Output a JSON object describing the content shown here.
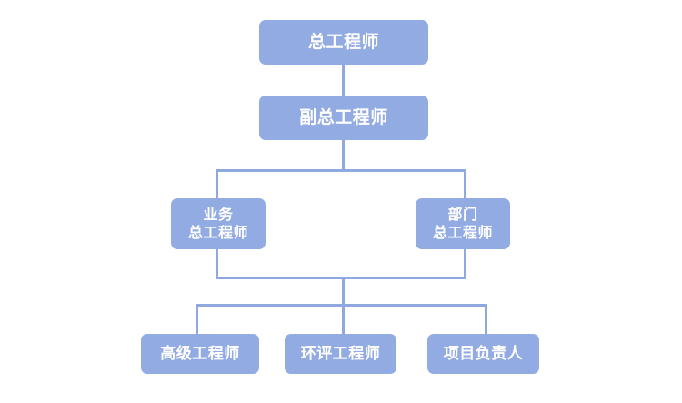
{
  "chart_data": {
    "type": "diagram",
    "diagram_type": "organizational-chart",
    "title": "",
    "orientation": "top-down",
    "colors": {
      "node_fill": "#92abe3",
      "node_text": "#ffffff",
      "connector": "#8fa9e0",
      "background": "#ffffff"
    },
    "nodes": [
      {
        "id": "chief-engineer",
        "lines": [
          "总工程师"
        ],
        "level": 1
      },
      {
        "id": "deputy-chief-engineer",
        "lines": [
          "副总工程师"
        ],
        "level": 2
      },
      {
        "id": "business-chief-engineer",
        "lines": [
          "业务",
          "总工程师"
        ],
        "level": 3
      },
      {
        "id": "department-chief-engineer",
        "lines": [
          "部门",
          "总工程师"
        ],
        "level": 3
      },
      {
        "id": "senior-engineer",
        "lines": [
          "高级工程师"
        ],
        "level": 4
      },
      {
        "id": "ea-engineer",
        "lines": [
          "环评工程师"
        ],
        "level": 4
      },
      {
        "id": "project-leader",
        "lines": [
          "项目负责人"
        ],
        "level": 4
      }
    ],
    "edges": [
      {
        "from": "chief-engineer",
        "to": "deputy-chief-engineer"
      },
      {
        "from": "deputy-chief-engineer",
        "to": "business-chief-engineer"
      },
      {
        "from": "deputy-chief-engineer",
        "to": "department-chief-engineer"
      },
      {
        "from": "business-chief-engineer",
        "to": "senior-engineer"
      },
      {
        "from": "business-chief-engineer",
        "to": "ea-engineer"
      },
      {
        "from": "business-chief-engineer",
        "to": "project-leader"
      },
      {
        "from": "department-chief-engineer",
        "to": "senior-engineer"
      },
      {
        "from": "department-chief-engineer",
        "to": "ea-engineer"
      },
      {
        "from": "department-chief-engineer",
        "to": "project-leader"
      }
    ]
  },
  "nodes": {
    "chief_engineer": {
      "label": "总工程师"
    },
    "deputy_chief_engineer": {
      "label": "副总工程师"
    },
    "business_chief_engineer": {
      "line1": "业务",
      "line2": "总工程师"
    },
    "department_chief_engineer": {
      "line1": "部门",
      "line2": "总工程师"
    },
    "senior_engineer": {
      "label": "高级工程师"
    },
    "ea_engineer": {
      "label": "环评工程师"
    },
    "project_leader": {
      "label": "项目负责人"
    }
  }
}
